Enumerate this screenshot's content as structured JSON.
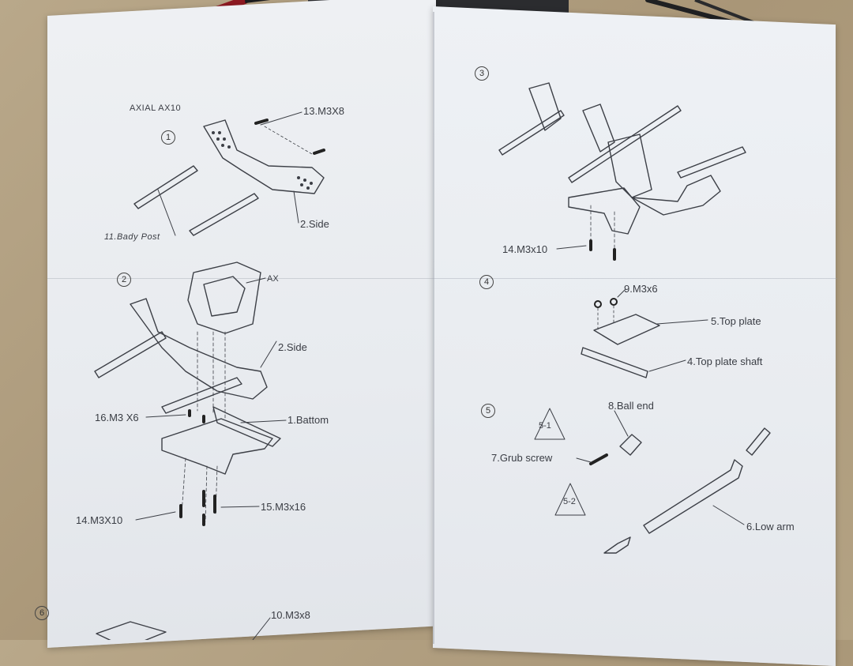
{
  "title": "AXIAL  AX10",
  "steps": {
    "s1": "1",
    "s2": "2",
    "s3": "3",
    "s4": "4",
    "s5": "5",
    "s6": "6"
  },
  "parts": {
    "p13": "13.M3X8",
    "p2a": "2.Side",
    "p11": "11.Bady Post",
    "pAX": "AX",
    "p2b": "2.Side",
    "p16": "16.M3 X6",
    "p1": "1.Battom",
    "p14a": "14.M3X10",
    "p15": "15.M3x16",
    "p14b": "14.M3x10",
    "p9": "9.M3x6",
    "p5": "5.Top plate",
    "p4": "4.Top plate shaft",
    "p8": "8.Ball end",
    "p7": "7.Grub screw",
    "p6": "6.Low arm",
    "p10": "10.M3x8"
  },
  "triangles": {
    "t1": "5-1",
    "t2": "5-2"
  }
}
